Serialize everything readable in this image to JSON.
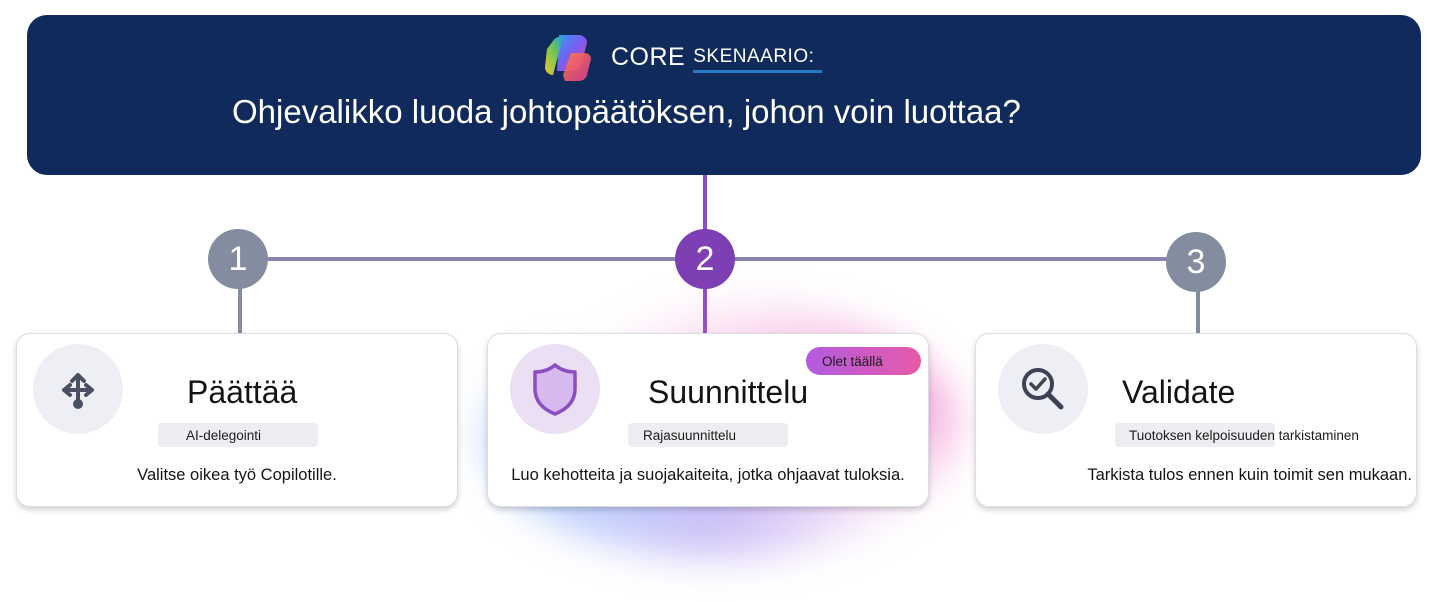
{
  "header": {
    "brand": "CORE",
    "brand_suffix": "SKENAARIO:",
    "question": "Ohjevalikko luoda johtopäätöksen, johon voin luottaa?"
  },
  "steps": [
    {
      "number": "1",
      "title": "Päättää",
      "tag": "AI-delegointi",
      "description": "Valitse oikea työ Copilotille.",
      "icon": "split-arrows-icon"
    },
    {
      "number": "2",
      "title": "Suunnittelu",
      "tag": "Rajasuunnittelu",
      "description": "Luo kehotteita ja suojakaiteita, jotka ohjaavat tuloksia.",
      "icon": "shield-icon",
      "badge": "Olet täällä"
    },
    {
      "number": "3",
      "title": "Validate",
      "tag": "Tuotoksen kelpoisuuden tarkistaminen",
      "description": "Tarkista tulos ennen kuin toimit sen mukaan.",
      "icon": "magnifier-check-icon"
    }
  ],
  "colors": {
    "banner": "#112a5c",
    "active": "#7d3fb3",
    "inactive": "#848da0"
  }
}
